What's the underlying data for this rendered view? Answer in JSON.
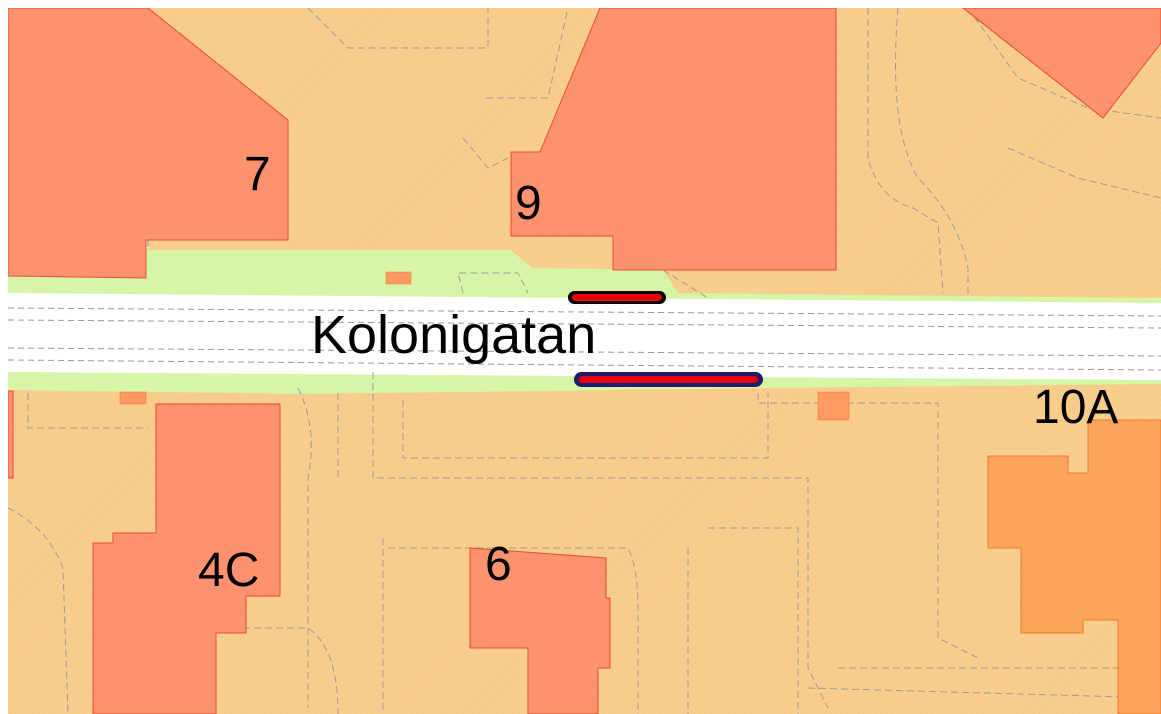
{
  "map": {
    "street_name": "Kolonigatan",
    "house_numbers": {
      "seven": "7",
      "nine": "9",
      "ten_a": "10A",
      "four_c": "4C",
      "six": "6"
    }
  },
  "colors": {
    "plot": "#f9cd8c",
    "building": "#fd9271",
    "building_highlight": "#fba45b",
    "green_strip": "#d6f5a6",
    "road": "#ffffff",
    "boundary_line": "#9a9a9a",
    "marker_red": "#e8000b",
    "marker_outline_black": "#000000",
    "marker_outline_navy": "#1d1d6b"
  }
}
